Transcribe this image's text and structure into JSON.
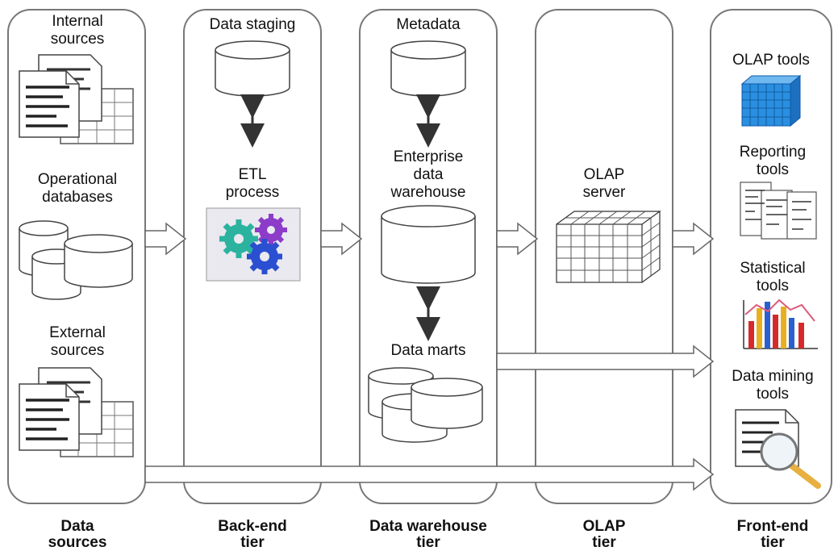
{
  "columns": {
    "data_sources": {
      "tier_label": [
        "Data",
        "sources"
      ],
      "internal": [
        "Internal",
        "sources"
      ],
      "operational": [
        "Operational",
        "databases"
      ],
      "external": [
        "External",
        "sources"
      ]
    },
    "back_end": {
      "tier_label": [
        "Back-end",
        "tier"
      ],
      "staging": "Data staging",
      "etl": [
        "ETL",
        "process"
      ]
    },
    "data_warehouse": {
      "tier_label": [
        "Data warehouse",
        "tier"
      ],
      "metadata": "Metadata",
      "edw": [
        "Enterprise",
        "data",
        "warehouse"
      ],
      "marts": "Data marts"
    },
    "olap": {
      "tier_label": [
        "OLAP",
        "tier"
      ],
      "server": [
        "OLAP",
        "server"
      ]
    },
    "front_end": {
      "tier_label": [
        "Front-end",
        "tier"
      ],
      "olap_tools": "OLAP tools",
      "reporting": [
        "Reporting",
        "tools"
      ],
      "statistical": [
        "Statistical",
        "tools"
      ],
      "mining": [
        "Data mining",
        "tools"
      ]
    }
  },
  "colors": {
    "line": "#555555",
    "cube": "#2a8fe0",
    "gear_green": "#2bb3a0",
    "gear_purple": "#8c3cc8",
    "gear_blue": "#2a4fd0",
    "magnifier": "#e8b040"
  }
}
